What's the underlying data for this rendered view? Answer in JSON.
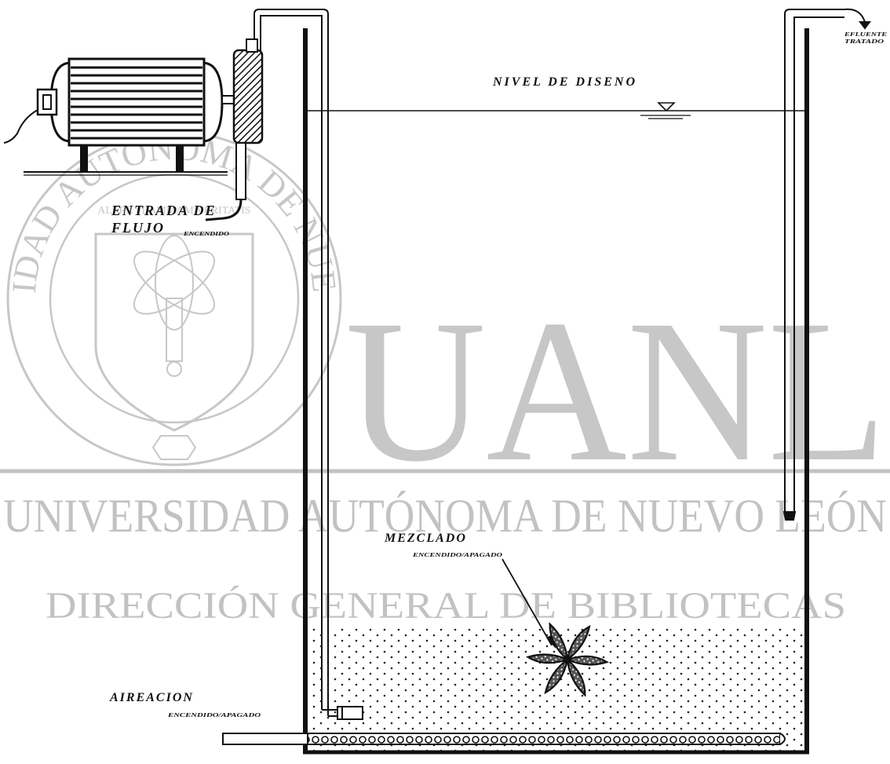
{
  "labels": {
    "inflow_line1": "ENTRADA DE",
    "inflow_line2": "FLUJO",
    "inflow_state": "ENCENDIDO",
    "design_level": "NIVEL DE DISENO",
    "effluent_line1": "EFLUENTE",
    "effluent_line2": "TRATADO",
    "mixing": "MEZCLADO",
    "mixing_state": "ENCENDIDO/APAGADO",
    "aeration": "AIREACION",
    "aeration_state": "ENCENDIDO/APAGADO"
  },
  "watermark": {
    "big": "UANL",
    "line1": "UNIVERSIDAD AUTÓNOMA DE NUEVO LEÓN",
    "line2": "DIRECCIÓN GENERAL DE BIBLIOTECAS",
    "seal_text": "UNIVERSIDAD AUTONOMA DE NUEVO LEON",
    "seal_motto": "ALERE FLAMMAM VERITATIS",
    "color": "#9a9a9a"
  },
  "colors": {
    "line": "#111111",
    "background": "#ffffff"
  }
}
